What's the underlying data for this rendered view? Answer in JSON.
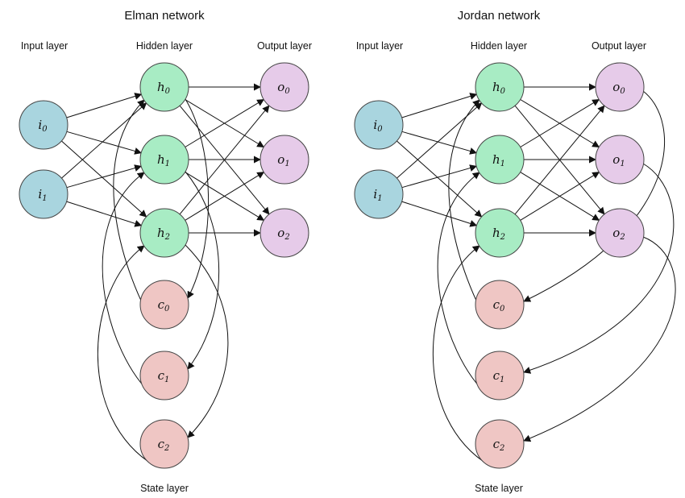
{
  "colors": {
    "input": "#a9d5df",
    "hidden": "#a8ecc4",
    "output": "#e6cbe9",
    "state": "#efc6c4",
    "stroke": "#444444",
    "edge": "#111111"
  },
  "diagrams": [
    {
      "id": "elman",
      "title": "Elman network",
      "labels": {
        "input": "Input layer",
        "hidden": "Hidden layer",
        "output": "Output layer",
        "state": "State layer"
      },
      "nodes": {
        "input": [
          {
            "b": "i",
            "s": "0"
          },
          {
            "b": "i",
            "s": "1"
          }
        ],
        "hidden": [
          {
            "b": "h",
            "s": "0"
          },
          {
            "b": "h",
            "s": "1"
          },
          {
            "b": "h",
            "s": "2"
          }
        ],
        "output": [
          {
            "b": "o",
            "s": "0"
          },
          {
            "b": "o",
            "s": "1"
          },
          {
            "b": "o",
            "s": "2"
          }
        ],
        "state": [
          {
            "b": "c",
            "s": "0"
          },
          {
            "b": "c",
            "s": "1"
          },
          {
            "b": "c",
            "s": "2"
          }
        ]
      },
      "feedback_from": "hidden"
    },
    {
      "id": "jordan",
      "title": "Jordan network",
      "labels": {
        "input": "Input layer",
        "hidden": "Hidden layer",
        "output": "Output layer",
        "state": "State layer"
      },
      "nodes": {
        "input": [
          {
            "b": "i",
            "s": "0"
          },
          {
            "b": "i",
            "s": "1"
          }
        ],
        "hidden": [
          {
            "b": "h",
            "s": "0"
          },
          {
            "b": "h",
            "s": "1"
          },
          {
            "b": "h",
            "s": "2"
          }
        ],
        "output": [
          {
            "b": "o",
            "s": "0"
          },
          {
            "b": "o",
            "s": "1"
          },
          {
            "b": "o",
            "s": "2"
          }
        ],
        "state": [
          {
            "b": "c",
            "s": "0"
          },
          {
            "b": "c",
            "s": "1"
          },
          {
            "b": "c",
            "s": "2"
          }
        ]
      },
      "feedback_from": "output"
    }
  ]
}
